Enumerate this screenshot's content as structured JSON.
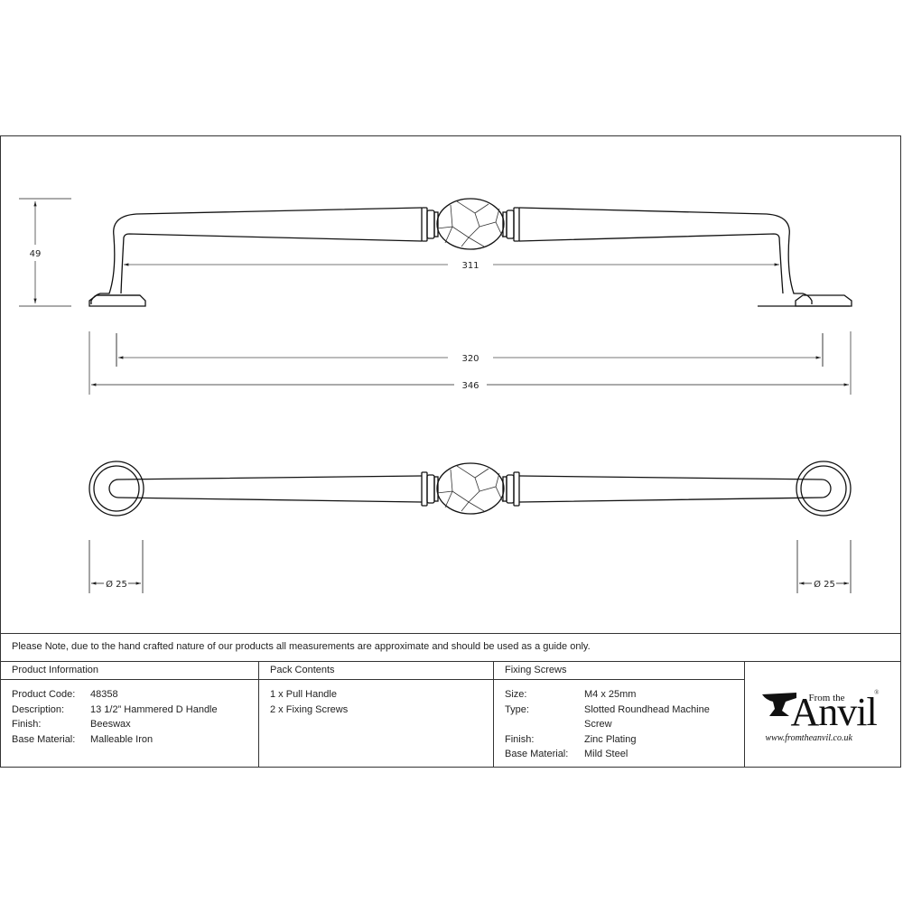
{
  "drawing": {
    "side_view": {
      "height_dim": "49",
      "inner_span_dim": "311",
      "centres_dim": "320",
      "overall_dim": "346"
    },
    "top_view": {
      "rose_left_dim": "Ø 25",
      "rose_right_dim": "Ø 25"
    },
    "line_color": "#111111",
    "dim_line_color": "#555555"
  },
  "note": "Please Note, due to the hand crafted nature of our products all measurements are approximate and should be used as a guide only.",
  "product_information": {
    "heading": "Product Information",
    "rows": [
      {
        "label": "Product Code:",
        "value": "48358"
      },
      {
        "label": "Description:",
        "value": "13 1/2” Hammered D Handle"
      },
      {
        "label": "Finish:",
        "value": "Beeswax"
      },
      {
        "label": "Base Material:",
        "value": "Malleable Iron"
      }
    ]
  },
  "pack_contents": {
    "heading": "Pack Contents",
    "items": [
      "1 x Pull Handle",
      "2 x Fixing Screws"
    ]
  },
  "fixing_screws": {
    "heading": "Fixing Screws",
    "rows": [
      {
        "label": "Size:",
        "value": "M4 x 25mm"
      },
      {
        "label": "Type:",
        "value": "Slotted Roundhead Machine Screw"
      },
      {
        "label": "Finish:",
        "value": "Zinc Plating"
      },
      {
        "label": "Base Material:",
        "value": "Mild Steel"
      }
    ]
  },
  "logo": {
    "from_the": "From the",
    "brand": "Anvil",
    "registered": "®",
    "url": "www.fromtheanvil.co.uk"
  }
}
